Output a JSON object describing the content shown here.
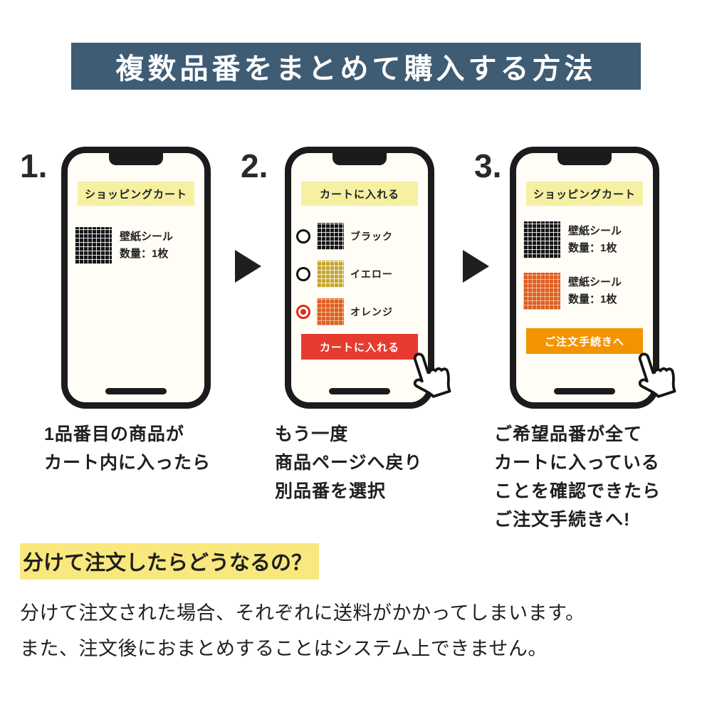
{
  "header": {
    "title": "複数品番をまとめて購入する方法"
  },
  "steps": [
    {
      "number": "1.",
      "screen": {
        "banner": "ショッピングカート",
        "items": [
          {
            "swatch": "black",
            "name": "壁紙シール",
            "qty": "数量：1枚"
          }
        ]
      },
      "caption": [
        "1品番目の商品が",
        "カート内に入ったら"
      ]
    },
    {
      "number": "2.",
      "screen": {
        "banner": "カートに入れる",
        "options": [
          {
            "label": "ブラック",
            "swatch": "black",
            "selected": false
          },
          {
            "label": "イエロー",
            "swatch": "yellow",
            "selected": false
          },
          {
            "label": "オレンジ",
            "swatch": "orange",
            "selected": true
          }
        ],
        "button": {
          "label": "カートに入れる"
        }
      },
      "caption": [
        "もう一度",
        "商品ページへ戻り",
        "別品番を選択"
      ]
    },
    {
      "number": "3.",
      "screen": {
        "banner": "ショッピングカート",
        "items": [
          {
            "swatch": "black",
            "name": "壁紙シール",
            "qty": "数量：1枚"
          },
          {
            "swatch": "orange",
            "name": "壁紙シール",
            "qty": "数量：1枚"
          }
        ],
        "button": {
          "label": "ご注文手続きへ"
        }
      },
      "caption": [
        "ご希望品番が全て",
        "カートに入っている",
        "ことを確認できたら",
        "ご注文手続きへ!"
      ]
    }
  ],
  "qa": {
    "question": "分けて注文したらどうなるの？",
    "answer": [
      "分けて注文された場合、それぞれに送料がかかってしまいます。",
      "また、注文後におまとめすることはシステム上できません。"
    ]
  },
  "icons": {
    "arrow": "right-triangle",
    "cursor": "hand-pointer"
  },
  "colors": {
    "header_bg": "#3e5c74",
    "screen_banner_bg": "#f6f0a2",
    "red_button": "#e63b2e",
    "orange_button": "#f29400",
    "radio_selected": "#dd2a1b",
    "highlight": "#f9e87d"
  }
}
